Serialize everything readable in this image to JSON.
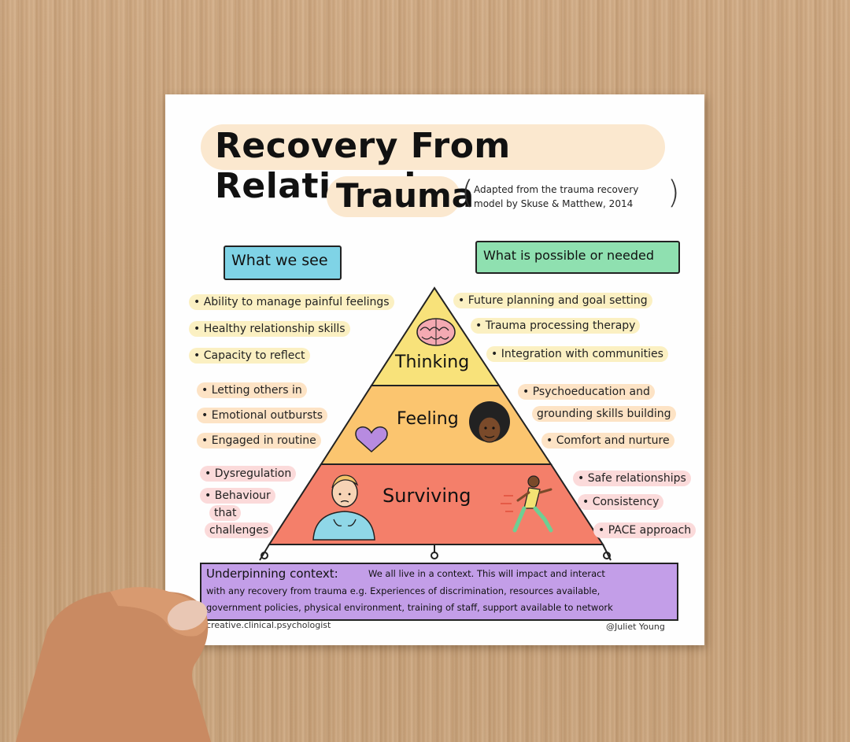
{
  "title": {
    "line1": "Recovery From Relational",
    "line2": "Trauma",
    "adapted_line1": "Adapted from the trauma recovery",
    "adapted_line2": "model by Skuse & Matthew, 2014"
  },
  "headers": {
    "left": "What we see",
    "right": "What is possible or needed"
  },
  "levels": {
    "thinking": "Thinking",
    "feeling": "Feeling",
    "surviving": "Surviving"
  },
  "left_items": {
    "thinking": [
      "Ability to manage painful feelings",
      "Healthy relationship skills",
      "Capacity to reflect"
    ],
    "feeling": [
      "Letting others in",
      "Emotional outbursts",
      "Engaged in routine"
    ],
    "surviving": [
      "Dysregulation",
      "Behaviour",
      "that",
      "challenges"
    ]
  },
  "right_items": {
    "thinking": [
      "Future planning and goal setting",
      "Trauma processing therapy",
      "Integration with communities"
    ],
    "feeling": [
      "Psychoeducation and",
      "grounding skills building",
      "Comfort and nurture"
    ],
    "surviving": [
      "Safe relationships",
      "Consistency",
      "PACE approach"
    ]
  },
  "context": {
    "heading": "Underpinning context:",
    "line1": "We all live in a context. This will impact and interact",
    "line2": "with any recovery from trauma e.g. Experiences of discrimination, resources available,",
    "line3": "government policies, physical environment, training of staff, support available to network"
  },
  "credits": {
    "left": "creative.clinical.psychologist",
    "right": "@Juliet Young"
  },
  "colors": {
    "thinking": "#f8e27a",
    "feeling": "#fbc56f",
    "surviving": "#f47f6a",
    "context": "#c39ee8",
    "left_tag": "#7fd3e6",
    "right_tag": "#8fe0b0",
    "title_highlight": "#fbe8cf"
  },
  "icons": [
    "brain-icon",
    "heart-icon",
    "person-face-icon",
    "anxious-person-icon",
    "running-person-icon"
  ]
}
